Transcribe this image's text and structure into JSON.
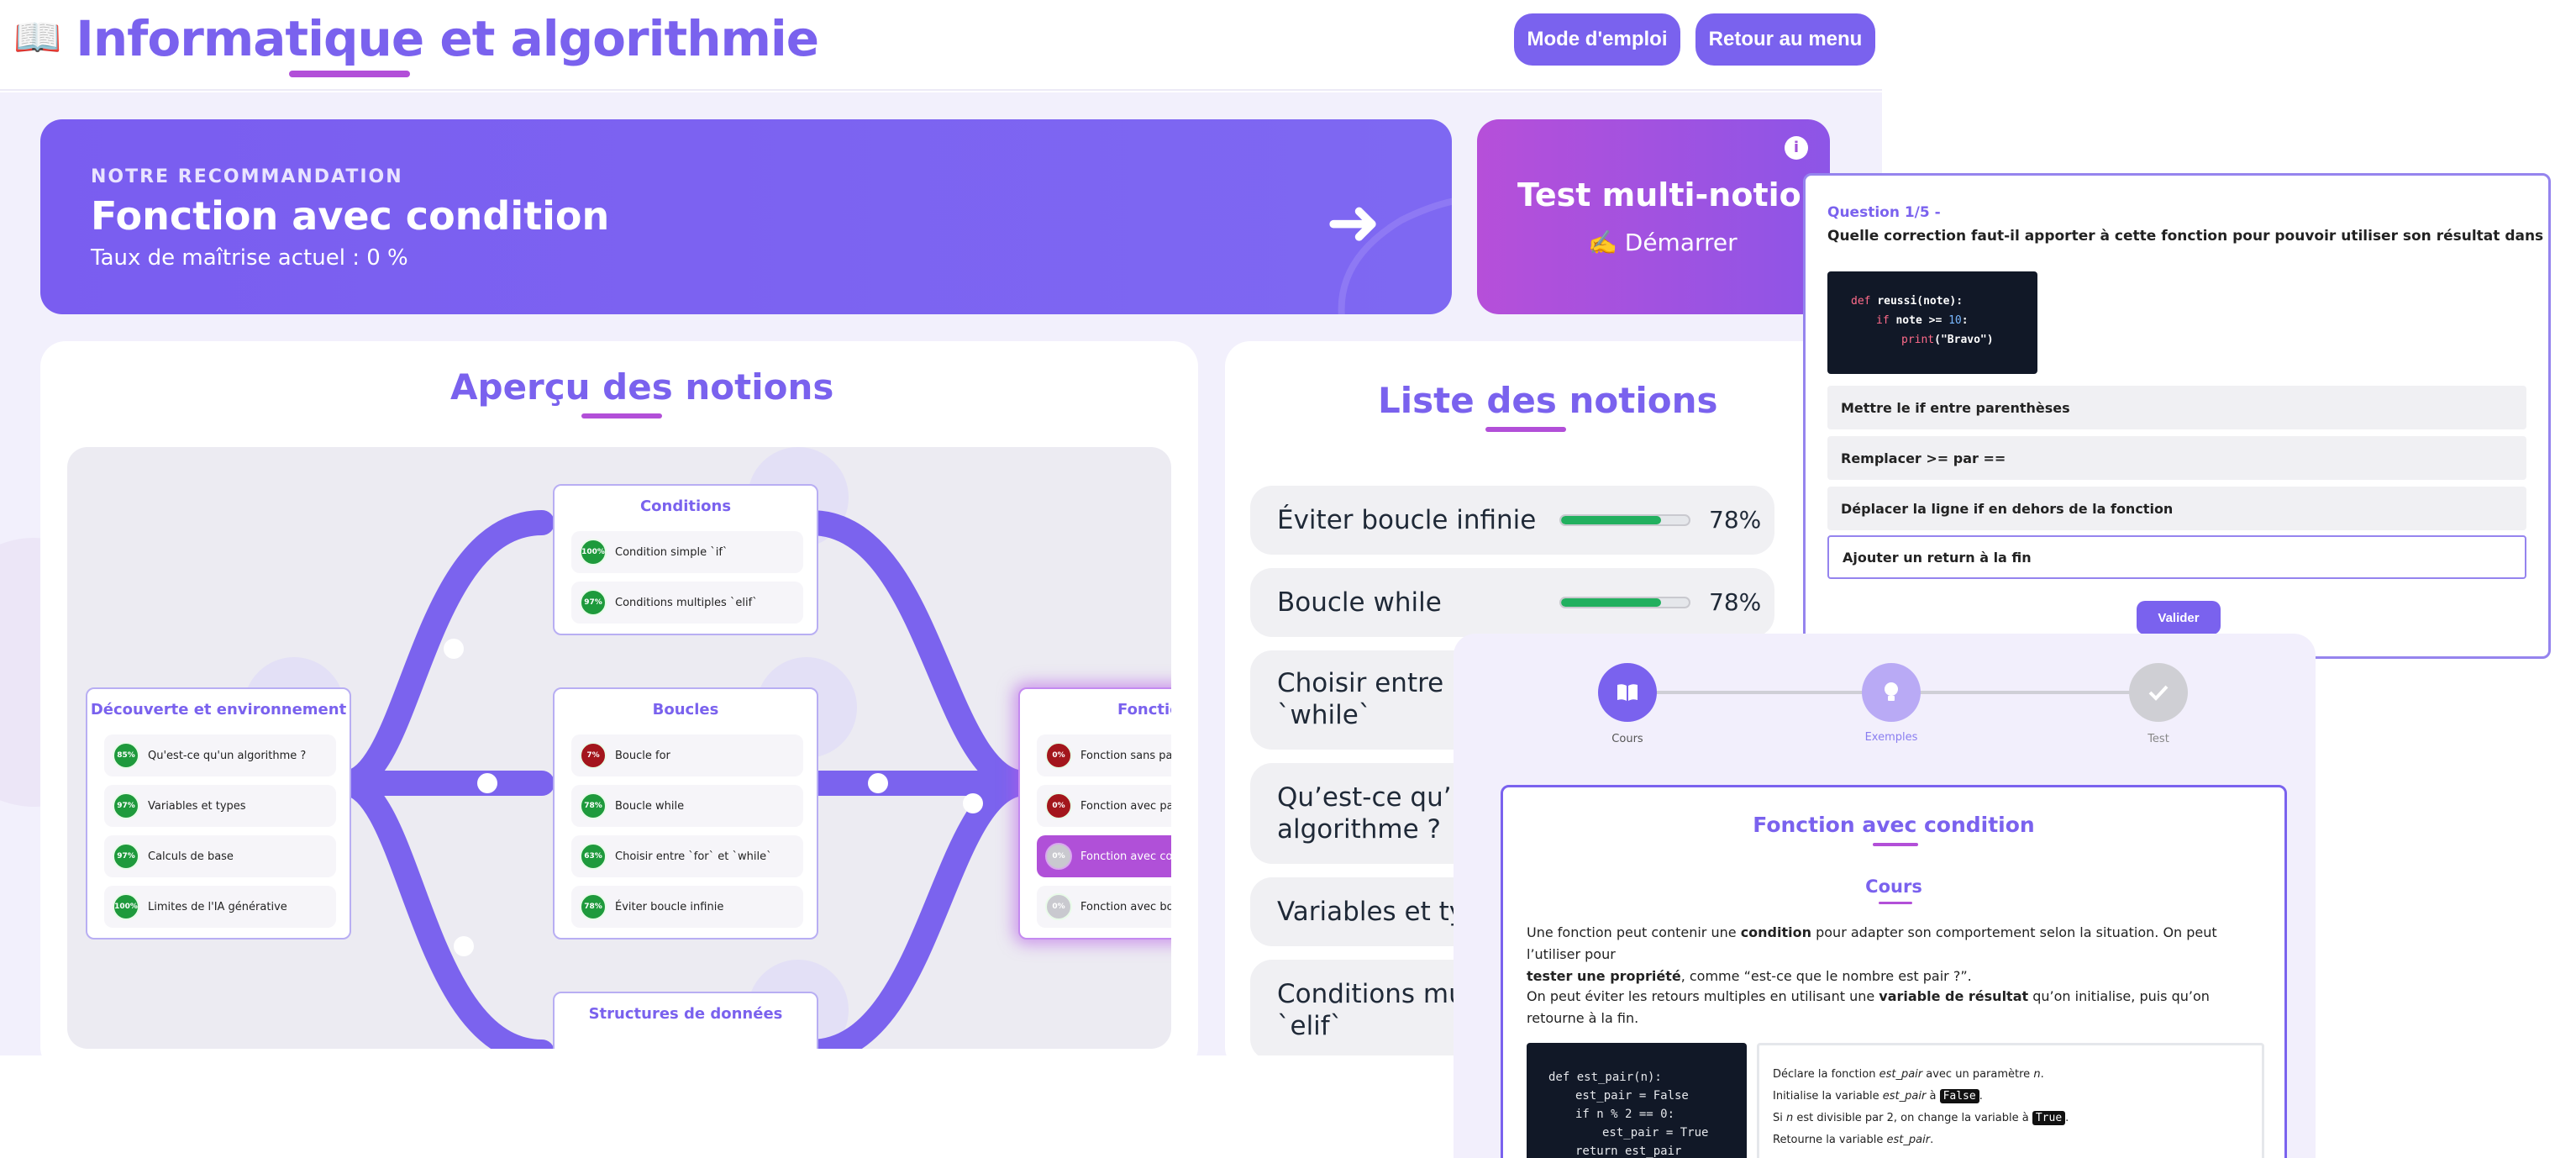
{
  "header": {
    "title": "Informatique et algorithmie",
    "book_icon": "📖",
    "btn_help": "Mode d'emploi",
    "btn_back": "Retour au menu"
  },
  "recommendation": {
    "kicker": "NOTRE RECOMMANDATION",
    "notion": "Fonction avec condition",
    "rate": "Taux de maîtrise actuel : 0 %",
    "arrow": "➜"
  },
  "test_card": {
    "title": "Test multi-notions",
    "start": "✍️ Démarrer",
    "info_icon": "i"
  },
  "overview": {
    "title": "Aperçu des notions",
    "nodes": {
      "discovery": {
        "title": "Découverte et environnement",
        "items": [
          {
            "badge": "85%",
            "label": "Qu'est-ce qu'un algorithme ?"
          },
          {
            "badge": "97%",
            "label": "Variables et types"
          },
          {
            "badge": "97%",
            "label": "Calculs de base"
          },
          {
            "badge": "100%",
            "label": "Limites de l'IA générative"
          }
        ]
      },
      "conditions": {
        "title": "Conditions",
        "items": [
          {
            "badge": "100%",
            "label": "Condition simple `if`"
          },
          {
            "badge": "97%",
            "label": "Conditions multiples `elif`"
          }
        ]
      },
      "loops": {
        "title": "Boucles",
        "items": [
          {
            "badge": "7%",
            "label": "Boucle for"
          },
          {
            "badge": "78%",
            "label": "Boucle while"
          },
          {
            "badge": "63%",
            "label": "Choisir entre `for` et `while`"
          },
          {
            "badge": "78%",
            "label": "Éviter boucle infinie"
          }
        ]
      },
      "functions": {
        "title": "Fonctio",
        "items": [
          {
            "badge": "0%",
            "label": "Fonction sans par"
          },
          {
            "badge": "0%",
            "label": "Fonction avec par"
          },
          {
            "badge": "0%",
            "label": "Fonction avec con"
          },
          {
            "badge": "0%",
            "label": "Fonction avec bou"
          }
        ]
      },
      "data_structures": {
        "title": "Structures de données"
      }
    }
  },
  "list": {
    "title": "Liste des notions",
    "items": [
      {
        "label": "Éviter boucle infinie",
        "pct": "78%",
        "progress": 0.78
      },
      {
        "label": "Boucle while",
        "pct": "78%",
        "progress": 0.78
      },
      {
        "label": "Choisir entre `f",
        "label2": "`while`"
      },
      {
        "label": "Qu’est-ce qu’un",
        "label2": "algorithme ?"
      },
      {
        "label": "Variables et typ"
      },
      {
        "label": "Conditions mul",
        "label2": "`elif`"
      }
    ]
  },
  "question": {
    "header": "Question 1/5 -",
    "text": "Quelle correction faut-il apporter à cette fonction pour pouvoir utiliser son résultat dans le code ?",
    "code": {
      "l1_kw": "def",
      "l1_rest": "reussi(note):",
      "l2_kw": "if",
      "l2_mid": "note >=",
      "l2_num": "10",
      "l2_end": ":",
      "l3_fn": "print",
      "l3_str": "(\"Bravo\")"
    },
    "options": [
      "Mettre le if entre parenthèses",
      "Remplacer >= par ==",
      "Déplacer la ligne if en dehors de la fonction",
      "Ajouter un return à la fin"
    ],
    "validate": "Valider"
  },
  "course": {
    "steps": [
      {
        "label": "Cours",
        "icon": "book-icon"
      },
      {
        "label": "Exemples",
        "icon": "bulb-icon"
      },
      {
        "label": "Test",
        "icon": "check-icon"
      }
    ],
    "lesson_title": "Fonction avec condition",
    "section": "Cours",
    "p1_a": "Une fonction peut contenir une ",
    "p1_b": "condition",
    "p1_c": " pour adapter son comportement selon la situation. On peut l’utiliser pour",
    "p1_d": "tester une propriété",
    "p1_e": ", comme “est-ce que le nombre est pair ?”.",
    "p2_a": "On peut éviter les retours multiples en utilisant une ",
    "p2_b": "variable de résultat",
    "p2_c": " qu’on initialise, puis qu’on retourne à la fin.",
    "code_lines": [
      "def est_pair(n):",
      "est_pair = False",
      "if n % 2 == 0:",
      "est_pair = True",
      "return est_pair"
    ],
    "explain": {
      "l1_a": "Déclare la fonction ",
      "l1_b": "est_pair",
      "l1_c": " avec un paramètre ",
      "l1_d": "n",
      "l2_a": "Initialise la variable ",
      "l2_b": "est_pair",
      "l2_c": " à ",
      "l2_tag": "False",
      "l3_a": "Si ",
      "l3_b": "n",
      "l3_c": " est divisible par 2, on change la variable à ",
      "l3_tag": "True",
      "l4_a": "Retourne la variable ",
      "l4_b": "est_pair"
    }
  }
}
